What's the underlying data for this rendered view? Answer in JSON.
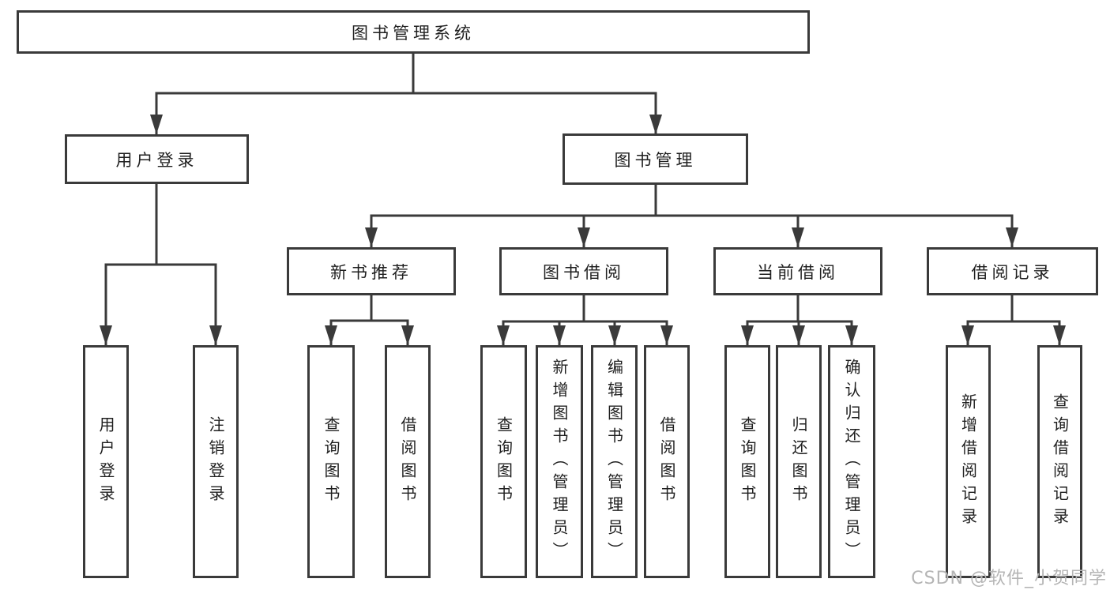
{
  "diagram_type": "tree-diagram",
  "tree": {
    "root": {
      "label": "图书管理系统"
    },
    "branches": [
      {
        "label": "用户登录",
        "children": [
          "用户登录",
          "注销登录"
        ]
      },
      {
        "label": "图书管理",
        "sections": [
          {
            "label": "新书推荐",
            "children": [
              "查询图书",
              "借阅图书"
            ]
          },
          {
            "label": "图书借阅",
            "children": [
              "查询图书",
              "新增图书（管理员）",
              "编辑图书（管理员）",
              "借阅图书"
            ]
          },
          {
            "label": "当前借阅",
            "children": [
              "查询图书",
              "归还图书",
              "确认归还（管理员）"
            ]
          },
          {
            "label": "借阅记录",
            "children": [
              "新增借阅记录",
              "查询借阅记录"
            ]
          }
        ]
      }
    ]
  },
  "watermark": {
    "text": "CSDN @软件_小贺同学"
  },
  "colors": {
    "background": "#ffffff",
    "line": "#3a3a3a",
    "box_border": "#3a3a3a",
    "box_fill": "#ffffff",
    "text": "#1f1f1f",
    "watermark": "#b5b5b5"
  }
}
